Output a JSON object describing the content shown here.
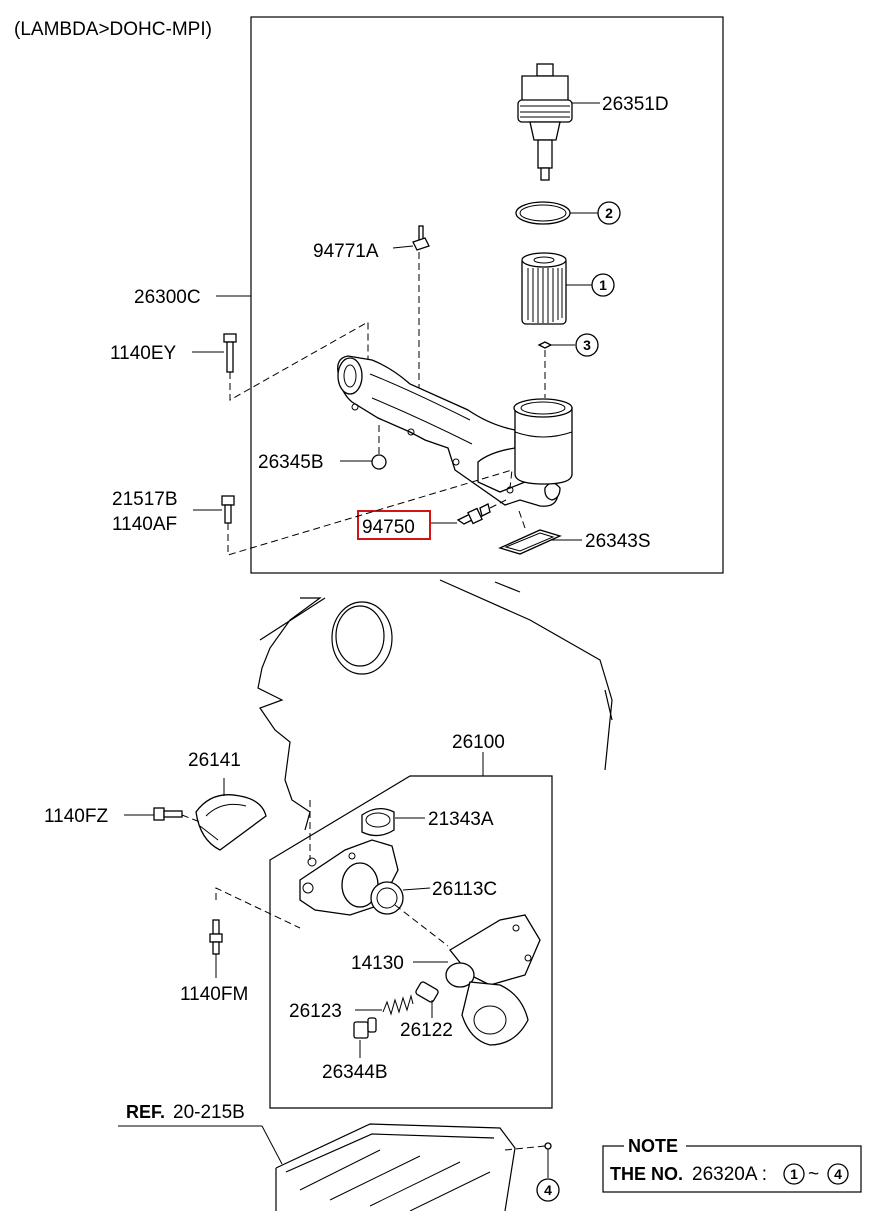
{
  "header": {
    "title": "(LAMBDA>DOHC-MPI)"
  },
  "labels": {
    "p26351D": "26351D",
    "p94771A": "94771A",
    "p26300C": "26300C",
    "p1140EY": "1140EY",
    "p26345B": "26345B",
    "p21517B": "21517B",
    "p1140AF": "1140AF",
    "p94750": "94750",
    "p26343S": "26343S",
    "p26100": "26100",
    "p26141": "26141",
    "p1140FZ": "1140FZ",
    "p21343A": "21343A",
    "p26113C": "26113C",
    "p14130": "14130",
    "p1140FM": "1140FM",
    "p26123": "26123",
    "p26122": "26122",
    "p26344B": "26344B"
  },
  "callouts": {
    "c1": "1",
    "c2": "2",
    "c3": "3",
    "c4": "4"
  },
  "ref": {
    "prefix": "REF.",
    "code": "20-215B"
  },
  "note": {
    "title": "NOTE",
    "prefix": "THE NO.",
    "code": "26320A :",
    "from": "1",
    "tilde": "~",
    "to": "4"
  },
  "highlight_color": "#d41414"
}
